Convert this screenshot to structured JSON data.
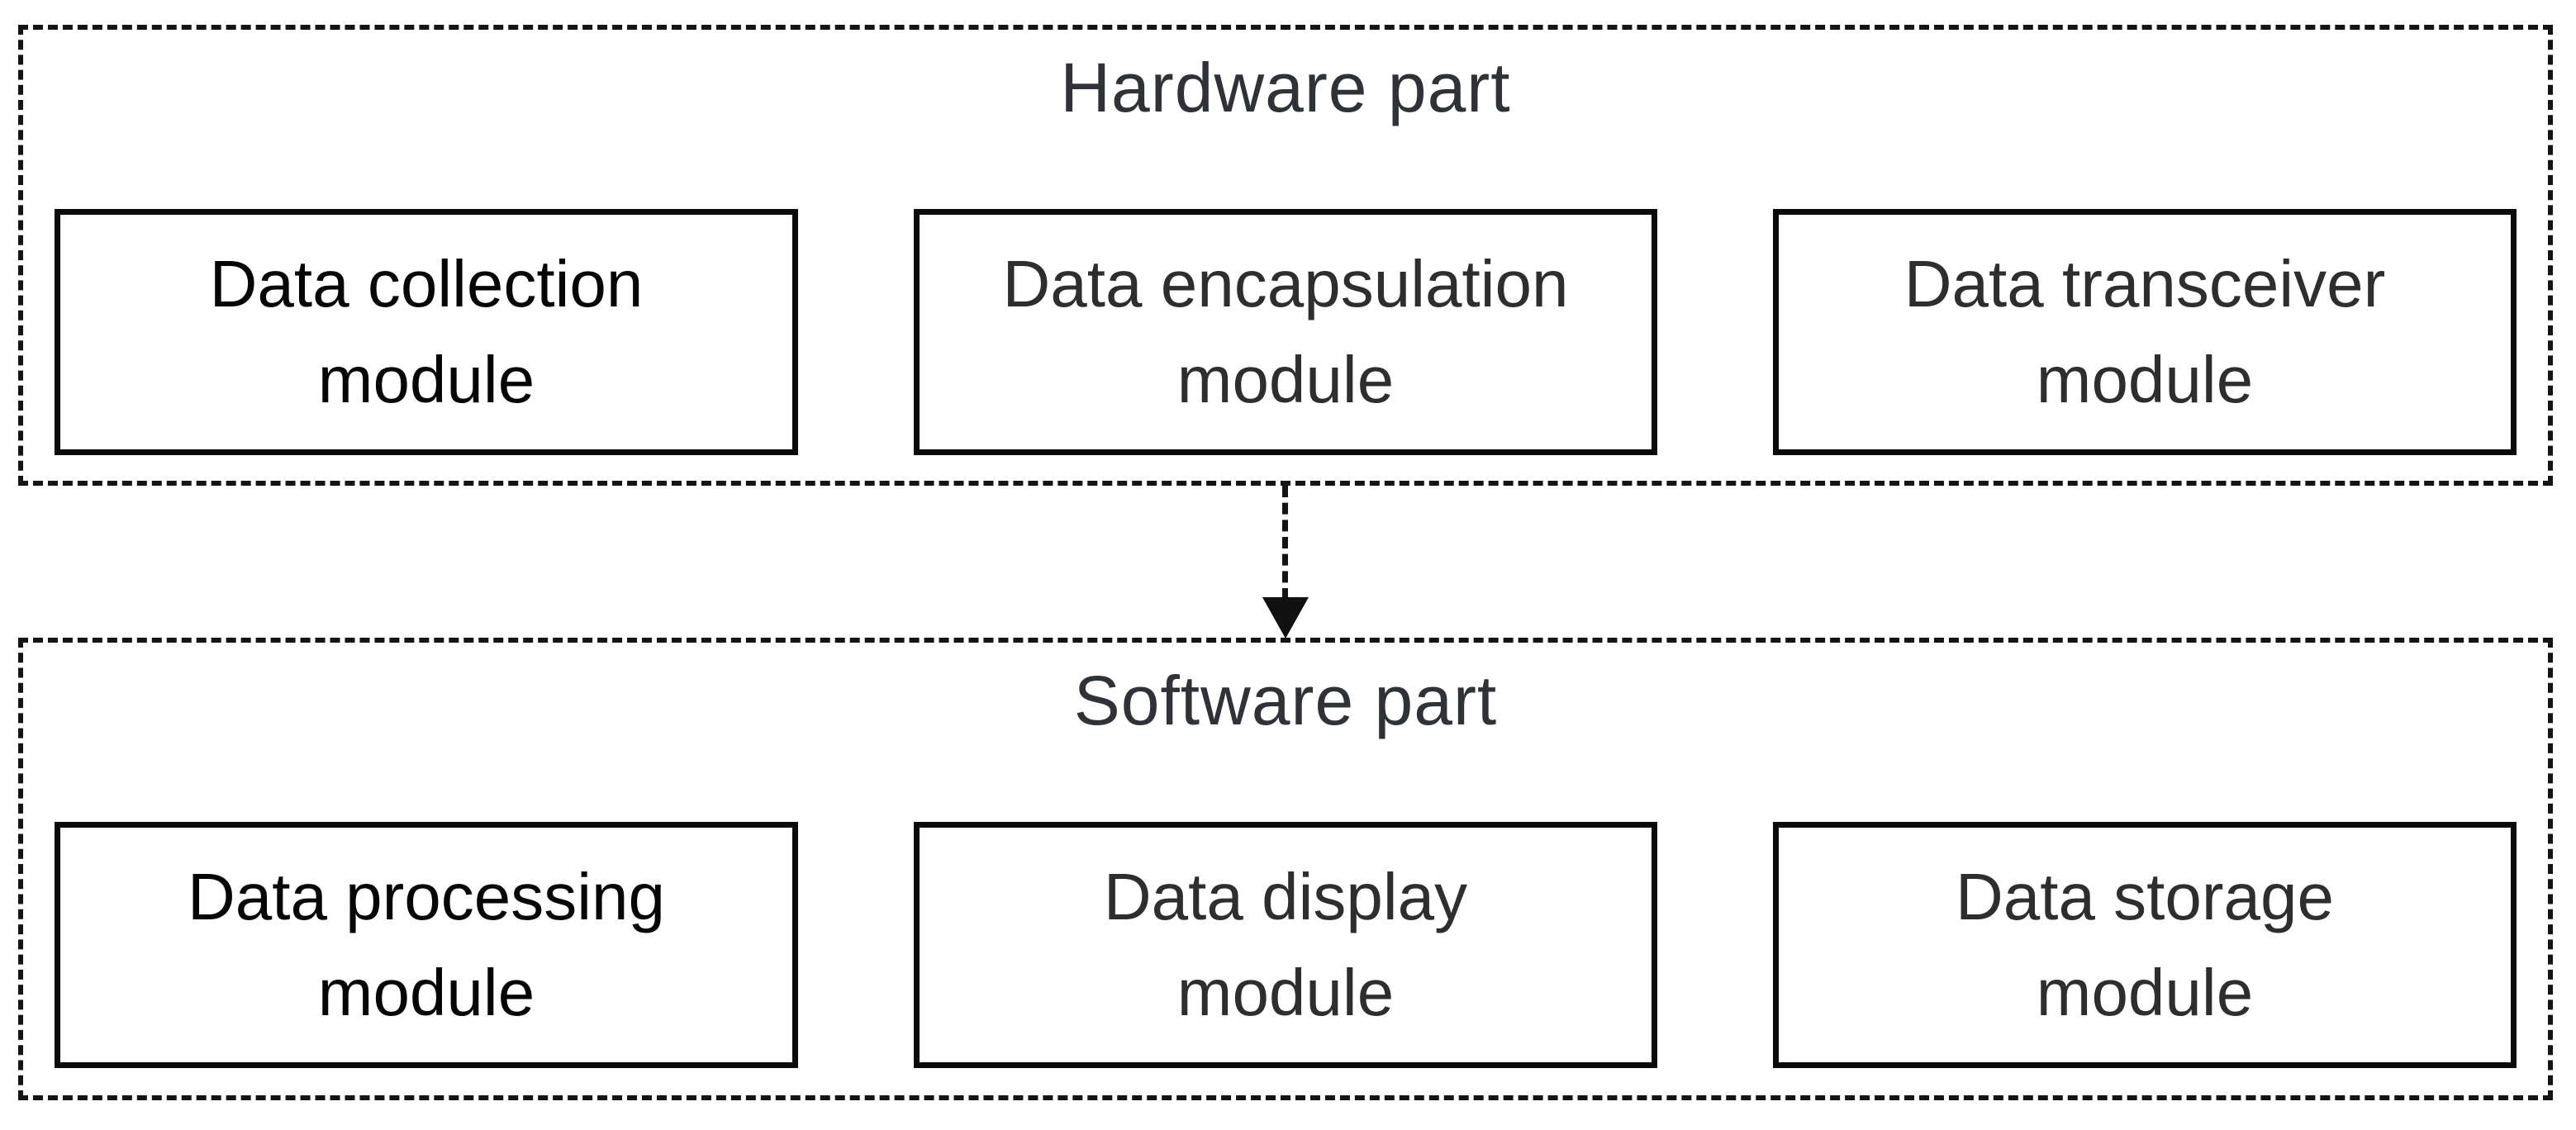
{
  "diagram": {
    "background": "#ffffff",
    "sections": [
      {
        "id": "hardware",
        "title": "Hardware part",
        "boxes": [
          {
            "label": "Data collection\nmodule"
          },
          {
            "label": "Data encapsulation\nmodule"
          },
          {
            "label": "Data transceiver\nmodule"
          }
        ]
      },
      {
        "id": "software",
        "title": "Software part",
        "boxes": [
          {
            "label": "Data processing\nmodule"
          },
          {
            "label": "Data display\nmodule"
          },
          {
            "label": "Data storage\nmodule"
          }
        ]
      }
    ],
    "connector": {
      "type": "dashed-down-arrow",
      "from_section": "Hardware part",
      "to_section": "Software part"
    },
    "colors": {
      "border": "#0b0b0b",
      "dashed_border": "#141414",
      "section_title_text": "#2f3338",
      "primary_box_text": "#060606",
      "box_text": "#2e2e2e"
    }
  }
}
